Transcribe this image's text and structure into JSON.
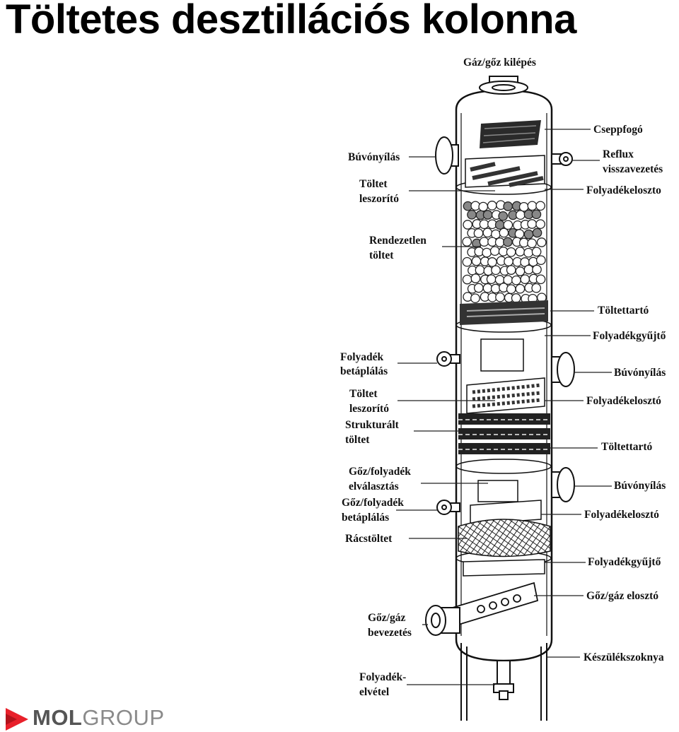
{
  "title": "Töltetes desztillációs kolonna",
  "labels": {
    "gas_vapor_outlet": "Gáz/gőz kilépés",
    "mist_eliminator": "Cseppfogó",
    "manhole_top": "Búvónyílás",
    "reflux_return": [
      "Reflux",
      "visszavezetés"
    ],
    "bed_limiter_top": [
      "Töltet",
      "leszorító"
    ],
    "liquid_distributor_1": "Folyadékeloszto",
    "random_packing": [
      "Rendezetlen",
      "töltet"
    ],
    "packing_support_1": "Töltettartó",
    "liquid_collector_1": "Folyadékgyűjtő",
    "liquid_feed": [
      "Folyadék",
      "betáplálás"
    ],
    "manhole_mid": "Búvónyílás",
    "bed_limiter_mid": [
      "Töltet",
      "leszorító"
    ],
    "liquid_distributor_2": "Folyadékelosztó",
    "structured_packing": [
      "Strukturált",
      "töltet"
    ],
    "packing_support_2": "Töltettartó",
    "vapor_liquid_separation": [
      "Gőz/folyadék",
      "elválasztás"
    ],
    "manhole_low": "Búvónyílás",
    "vapor_liquid_feed": [
      "Gőz/folyadék",
      "betáplálás"
    ],
    "liquid_distributor_3": "Folyadékelosztó",
    "grid_packing": "Rácstöltet",
    "liquid_collector_2": "Folyadékgyűjtő",
    "vapor_gas_distributor": "Gőz/gáz elosztó",
    "vapor_gas_inlet": [
      "Gőz/gáz",
      "bevezetés"
    ],
    "vessel_skirt": "Készülékszoknya",
    "liquid_outlet": [
      "Folyadék-",
      "elvétel"
    ]
  },
  "logo": {
    "part1": "MOL",
    "part2": "GROUP",
    "colors": {
      "triangle": "#e8202a",
      "text": "#555555",
      "text_light": "#8a8a8a"
    }
  }
}
